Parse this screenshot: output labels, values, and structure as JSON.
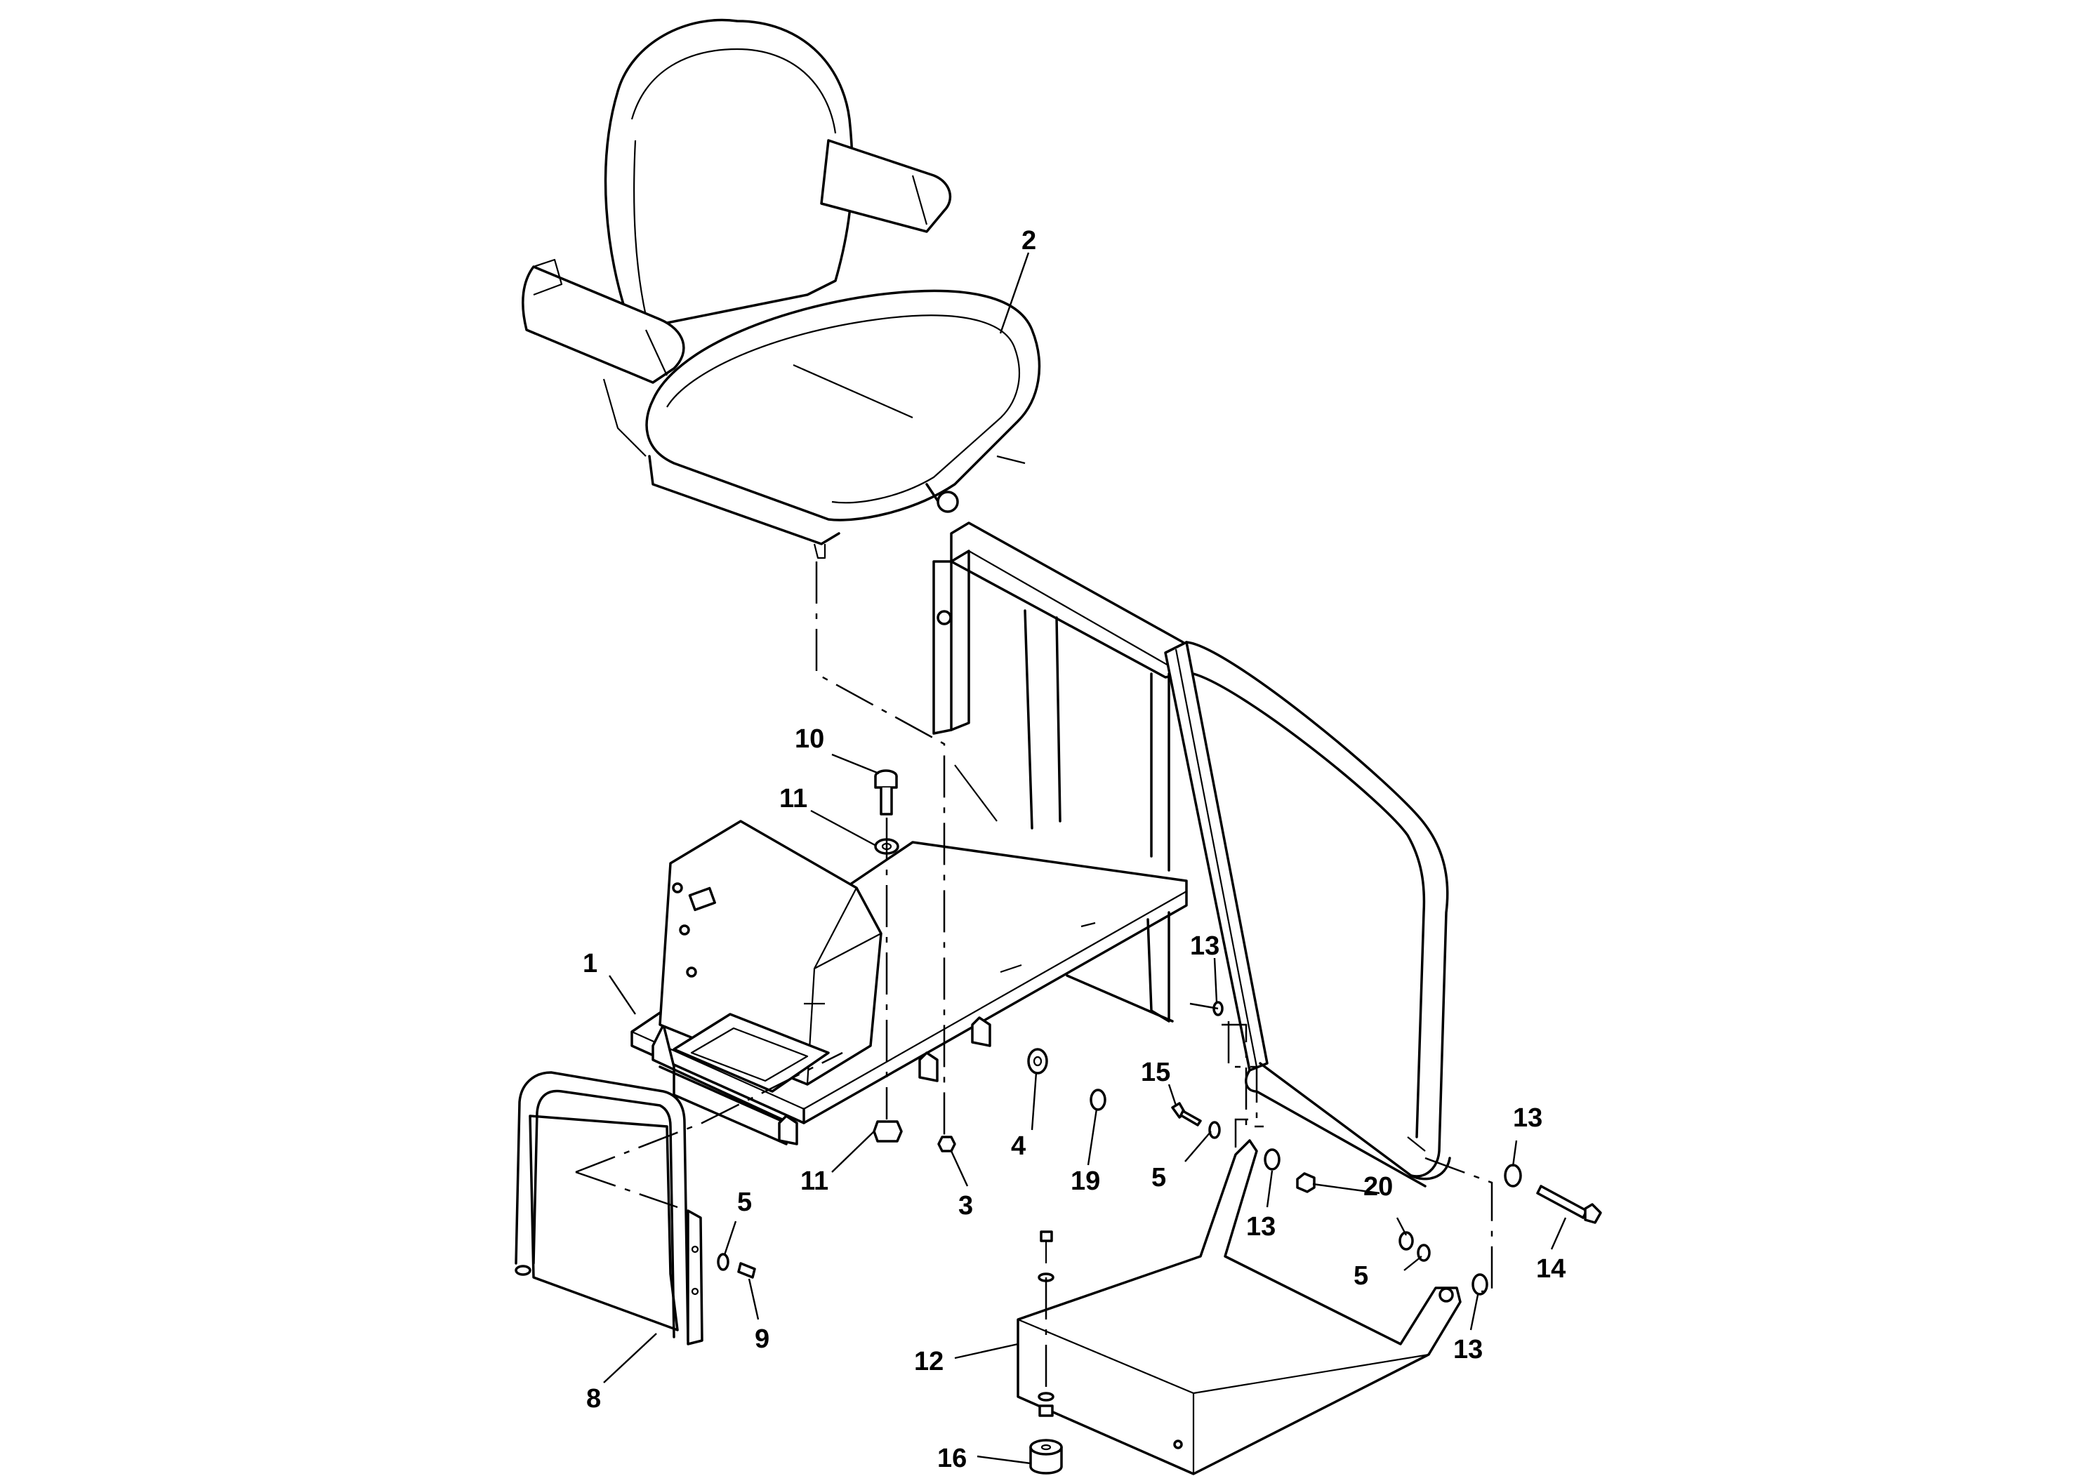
{
  "callouts": {
    "c1": "1",
    "c2": "2",
    "c3": "3",
    "c4": "4",
    "c5a": "5",
    "c5b": "5",
    "c5c": "5",
    "c8": "8",
    "c9": "9",
    "c10": "10",
    "c11a": "11",
    "c11b": "11",
    "c12": "12",
    "c13a": "13",
    "c13b": "13",
    "c13c": "13",
    "c13d": "13",
    "c14": "14",
    "c15": "15",
    "c16": "16",
    "c19": "19",
    "c20": "20"
  }
}
